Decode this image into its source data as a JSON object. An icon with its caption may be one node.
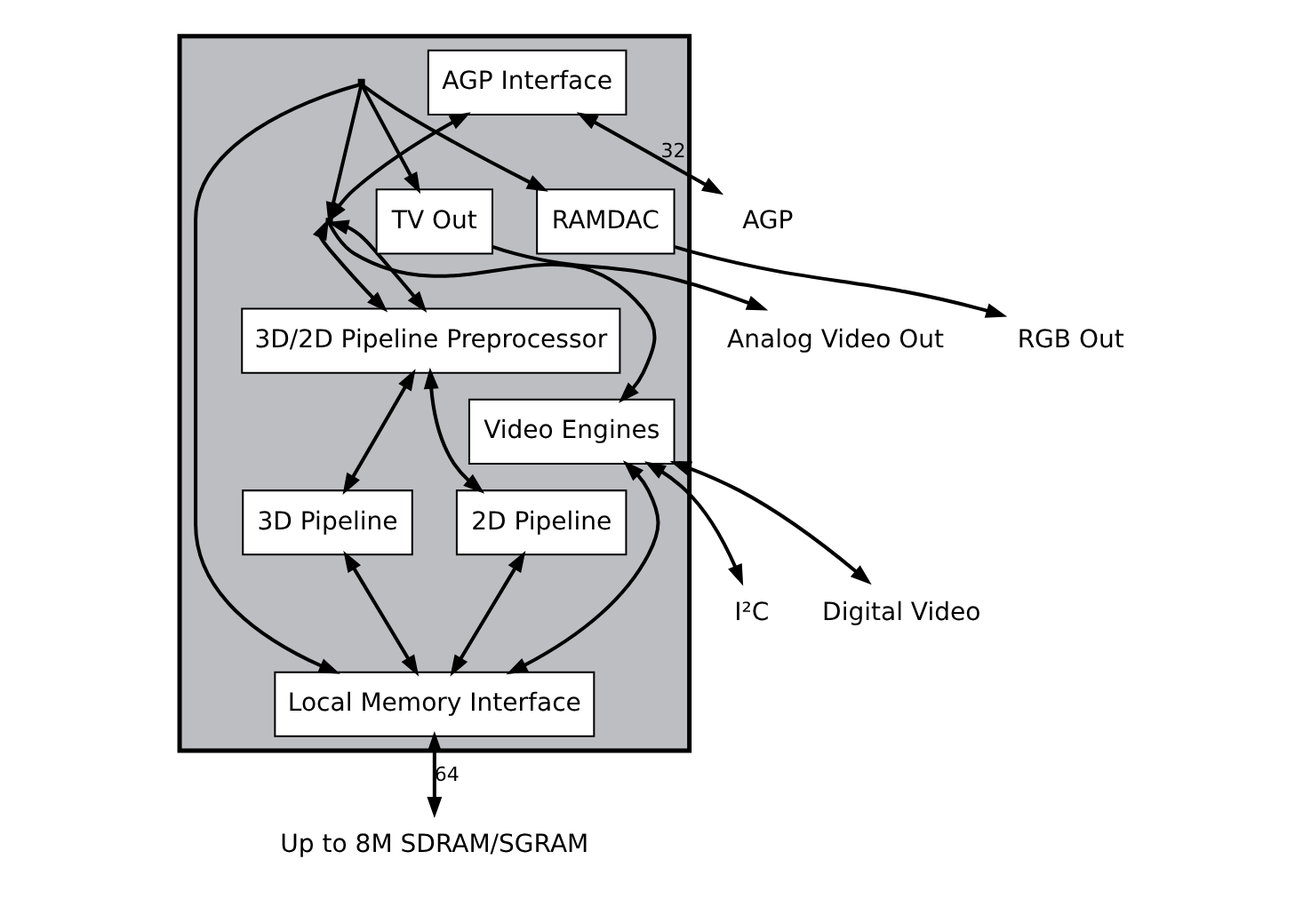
{
  "diagram": {
    "nodes": [
      {
        "text": [],
        "shape": "box"
      },
      {
        "text": [
          "AGP"
        ]
      },
      {
        "text": [
          "AGP Interface"
        ],
        "in": 0
      },
      {
        "text": [],
        "shape": "bar",
        "in": 0
      },
      {
        "text": [
          "Video Engines"
        ],
        "in": 0
      },
      {
        "text": [
          "3D/2D Pipeline Preprocessor"
        ],
        "in": 0
      },
      {
        "text": [
          "3D Pipeline"
        ],
        "in": 0
      },
      {
        "text": [
          "2D Pipeline"
        ],
        "in": 0
      },
      {
        "text": [],
        "shape": "bar",
        "in": 0
      },
      {
        "text": [
          "TV Out"
        ],
        "in": 0
      },
      {
        "text": [
          "RAMDAC"
        ],
        "in": 0
      },
      {
        "text": [
          "Local Memory Interface"
        ],
        "in": 0
      },
      {
        "text": [
          "I²C"
        ]
      },
      {
        "text": [
          "Digital Video"
        ]
      },
      {
        "text": [
          "Analog Video Out"
        ]
      },
      {
        "text": [
          "RGB Out"
        ]
      },
      {
        "text": [
          "Up to 8M SDRAM/SGRAM"
        ]
      }
    ],
    "edges": [
      {
        "from": 2,
        "to": 1,
        "arrow": "both",
        "label": "32"
      },
      {
        "from": 2,
        "to": 3,
        "arrow": "both"
      },
      {
        "from": 3,
        "to": 4,
        "arrow": "to"
      },
      {
        "from": 3,
        "to": 5,
        "arrow": "both"
      },
      {
        "from": 3,
        "to": 5,
        "arrow": "both"
      },
      {
        "from": 5,
        "to": 6,
        "arrow": "both"
      },
      {
        "from": 5,
        "to": 7,
        "arrow": "both"
      },
      {
        "from": 8,
        "to": 3,
        "arrow": "to"
      },
      {
        "from": 8,
        "to": 11,
        "arrow": "to"
      },
      {
        "from": 8,
        "to": 9,
        "arrow": "to"
      },
      {
        "from": 8,
        "to": 10,
        "arrow": "to"
      },
      {
        "from": 9,
        "to": 14,
        "arrow": "to"
      },
      {
        "from": 10,
        "to": 15,
        "arrow": "to"
      },
      {
        "from": 4,
        "to": 12,
        "arrow": "both"
      },
      {
        "from": 4,
        "to": 13,
        "arrow": "both"
      },
      {
        "from": 4,
        "to": 11,
        "arrow": "both"
      },
      {
        "from": 6,
        "to": 11,
        "arrow": "both"
      },
      {
        "from": 7,
        "to": 11,
        "arrow": "both"
      },
      {
        "from": 11,
        "to": 16,
        "arrow": "both",
        "label": "64"
      }
    ]
  }
}
